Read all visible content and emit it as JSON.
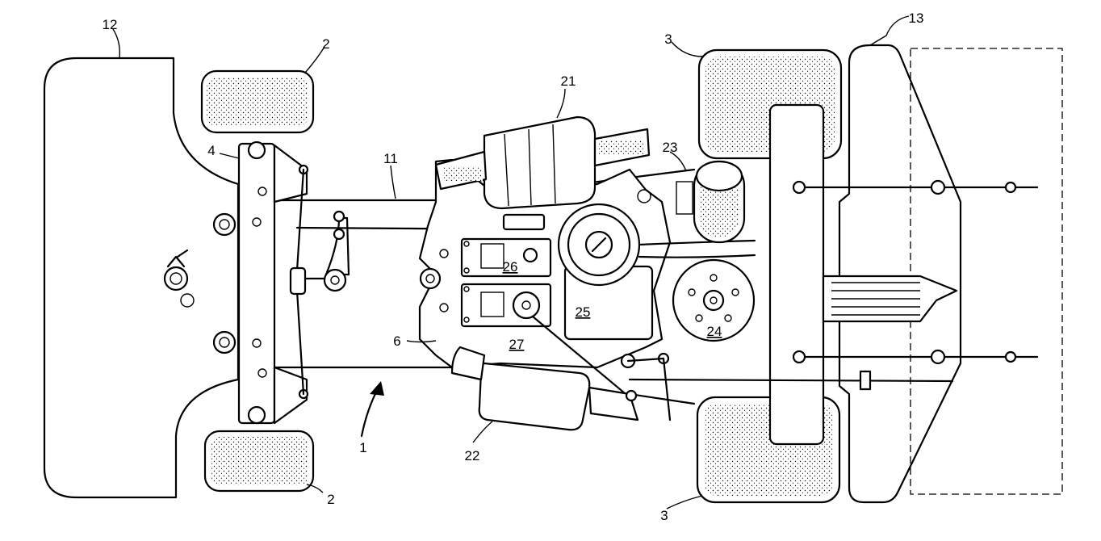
{
  "labels": {
    "body_front": "12",
    "front_wheel_top": "2",
    "front_wheel_bottom": "2",
    "rear_wheel_top": "3",
    "rear_wheel_bottom": "3",
    "body_rear": "13",
    "fuel_tank": "21",
    "battery_pack": "22",
    "air_filter": "23",
    "flywheel": "24",
    "engine": "25",
    "servo_upper": "26",
    "servo_lower": "27",
    "front_axle_beam": "4",
    "chassis_frame": "11",
    "mount_plate": "6",
    "vehicle": "1"
  },
  "icons": {
    "wheel": "tire-icon",
    "arrow": "arrow-icon"
  },
  "colors": {
    "line": "#000000",
    "background": "#ffffff"
  }
}
